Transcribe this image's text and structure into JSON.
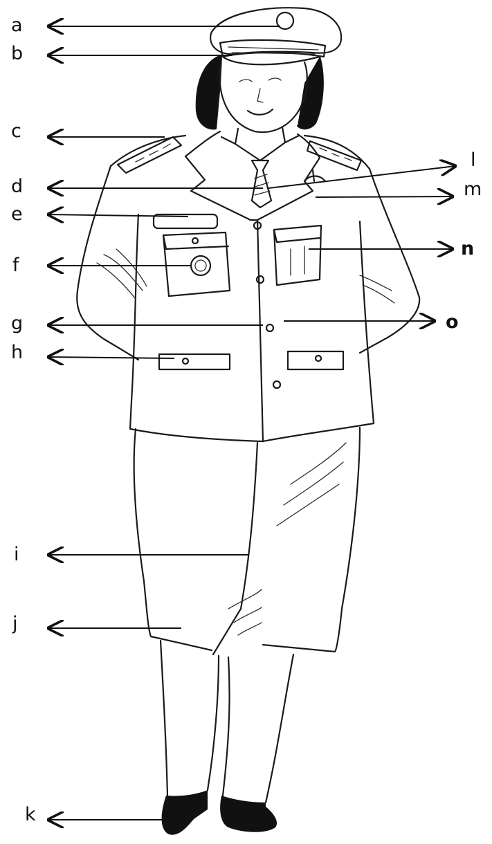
{
  "labels_left": [
    "a",
    "b",
    "c",
    "d",
    "e",
    "f",
    "g",
    "h",
    "i",
    "j",
    "k"
  ],
  "labels_right": [
    "l",
    "m",
    "n",
    "o"
  ]
}
